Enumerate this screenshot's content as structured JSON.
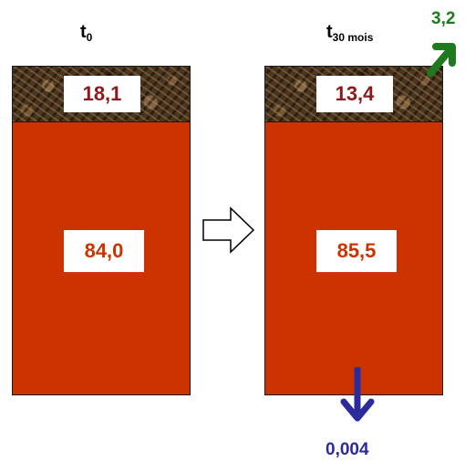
{
  "diagram": {
    "titles": {
      "left": {
        "main": "t",
        "sub": "0"
      },
      "right": {
        "main": "t",
        "sub": "30 mois"
      }
    },
    "columns": [
      {
        "soil_value": "18,1",
        "rock_value": "84,0"
      },
      {
        "soil_value": "13,4",
        "rock_value": "85,5"
      }
    ],
    "flows": {
      "uptake_value": "3,2",
      "leaching_value": "0,004"
    },
    "colors": {
      "rock": "#cc3300",
      "soil_label": "#8b1a1a",
      "uptake": "#1f7a1f",
      "leaching": "#2b2b9c"
    }
  }
}
